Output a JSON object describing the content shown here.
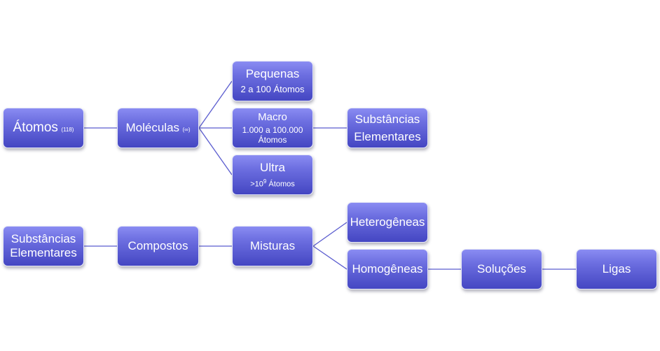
{
  "row1": {
    "atomos": {
      "label": "Átomos",
      "sub": "(118)"
    },
    "moleculas": {
      "label": "Moléculas",
      "sub": "(∞)"
    },
    "pequenas": {
      "title": "Pequenas",
      "detail": "2 a 100 Átomos"
    },
    "macro": {
      "title": "Macro",
      "detail1": "1.000 a 100.000",
      "detail2": "Átomos"
    },
    "ultra": {
      "title": "Ultra",
      "detail_prefix": ">10",
      "detail_exp": "9",
      "detail_suffix": " Átomos"
    },
    "substancias": {
      "line1": "Substâncias",
      "line2": "Elementares"
    }
  },
  "row2": {
    "substancias": {
      "line1": "Substâncias",
      "line2": "Elementares"
    },
    "compostos": "Compostos",
    "misturas": "Misturas",
    "heterogeneas": "Heterogêneas",
    "homogeneas": "Homogêneas",
    "solucoes": "Soluções",
    "ligas": "Ligas"
  },
  "colors": {
    "box_top": "#8a8cf2",
    "box_bottom": "#4446c2",
    "connector": "#5a5ccf",
    "text": "#ffffff"
  }
}
